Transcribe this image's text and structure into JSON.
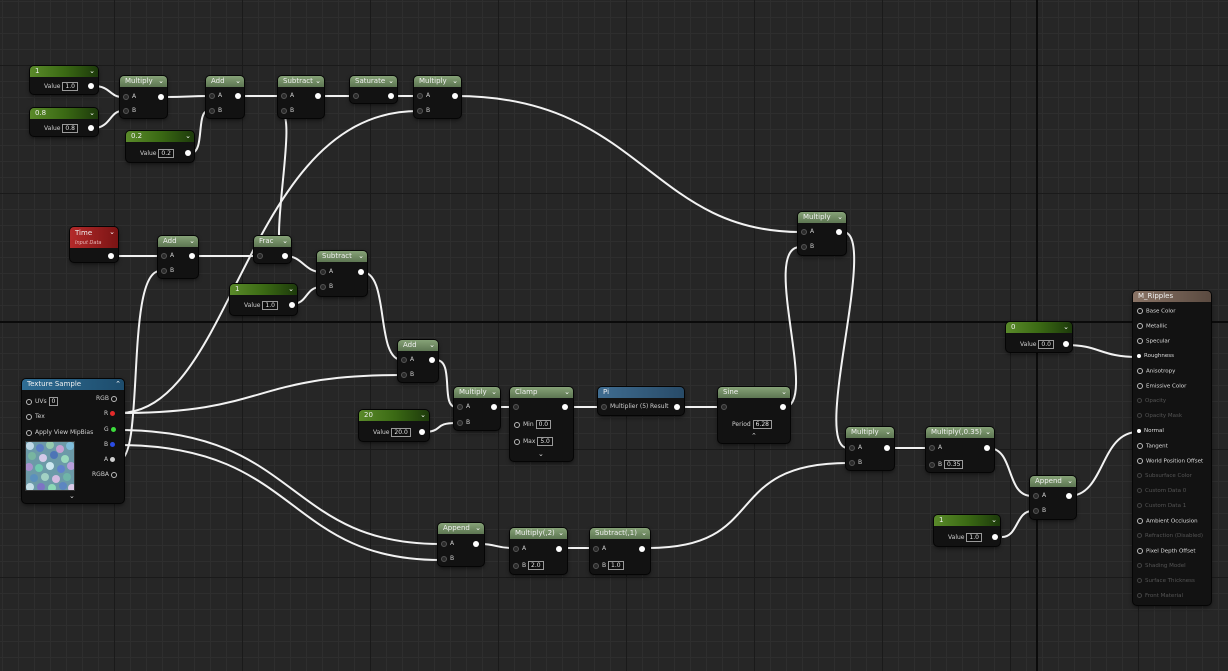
{
  "nodes": {
    "const1": {
      "title": "1",
      "label": "Value",
      "value": "1.0"
    },
    "const2": {
      "title": "0.8",
      "label": "Value",
      "value": "0.8"
    },
    "const3": {
      "title": "0.2",
      "label": "Value",
      "value": "0.2"
    },
    "multiply1": {
      "title": "Multiply",
      "a": "A",
      "b": "B"
    },
    "add1": {
      "title": "Add",
      "a": "A",
      "b": "B"
    },
    "subtract1": {
      "title": "Subtract",
      "a": "A",
      "b": "B"
    },
    "saturate": {
      "title": "Saturate"
    },
    "multiply2": {
      "title": "Multiply",
      "a": "A",
      "b": "B"
    },
    "time": {
      "title": "Time",
      "subtitle": "Input Data"
    },
    "add2": {
      "title": "Add",
      "a": "A",
      "b": "B"
    },
    "frac": {
      "title": "Frac"
    },
    "subtract2": {
      "title": "Subtract",
      "a": "A",
      "b": "B"
    },
    "const4": {
      "title": "1",
      "label": "Value",
      "value": "1.0"
    },
    "multiply3": {
      "title": "Multiply",
      "a": "A",
      "b": "B"
    },
    "texture": {
      "title": "Texture Sample",
      "uvs": "UVs",
      "uvs_value": "0",
      "tex": "Tex",
      "mip": "Apply View MipBias",
      "rgb": "RGB",
      "r": "R",
      "g": "G",
      "b": "B",
      "a": "A",
      "rgba": "RGBA"
    },
    "add3": {
      "title": "Add",
      "a": "A",
      "b": "B"
    },
    "multiply4": {
      "title": "Multiply",
      "a": "A",
      "b": "B"
    },
    "clamp": {
      "title": "Clamp",
      "min_label": "Min",
      "min": "0.0",
      "max_label": "Max",
      "max": "5.0"
    },
    "pi": {
      "title": "Pi",
      "mult": "Multiplier (5)",
      "result": "Result"
    },
    "sine": {
      "title": "Sine",
      "period_label": "Period",
      "period": "6.28"
    },
    "const20": {
      "title": "20",
      "label": "Value",
      "value": "20.0"
    },
    "multiply5": {
      "title": "Multiply",
      "a": "A",
      "b": "B"
    },
    "multiply036": {
      "title": "Multiply(,0.35)",
      "a": "A",
      "b_label": "B",
      "b": "0.35"
    },
    "append1": {
      "title": "Append",
      "a": "A",
      "b": "B"
    },
    "append2": {
      "title": "Append",
      "a": "A",
      "b": "B"
    },
    "multiply2x": {
      "title": "Multiply(,2)",
      "a": "A",
      "b_label": "B",
      "b": "2.0"
    },
    "subtract1x": {
      "title": "Subtract(,1)",
      "a": "A",
      "b_label": "B",
      "b": "1.0"
    },
    "const0": {
      "title": "0",
      "label": "Value",
      "value": "0.0"
    },
    "const1b": {
      "title": "1",
      "label": "Value",
      "value": "1.0"
    }
  },
  "material": {
    "title": "M_Ripples",
    "pins": [
      {
        "label": "Base Color",
        "enabled": true
      },
      {
        "label": "Metallic",
        "enabled": true
      },
      {
        "label": "Specular",
        "enabled": true
      },
      {
        "label": "Roughness",
        "enabled": true
      },
      {
        "label": "Anisotropy",
        "enabled": true
      },
      {
        "label": "Emissive Color",
        "enabled": true
      },
      {
        "label": "Opacity",
        "enabled": false
      },
      {
        "label": "Opacity Mask",
        "enabled": false
      },
      {
        "label": "Normal",
        "enabled": true
      },
      {
        "label": "Tangent",
        "enabled": true
      },
      {
        "label": "World Position Offset",
        "enabled": true
      },
      {
        "label": "Subsurface Color",
        "enabled": false
      },
      {
        "label": "Custom Data 0",
        "enabled": false
      },
      {
        "label": "Custom Data 1",
        "enabled": false
      },
      {
        "label": "Ambient Occlusion",
        "enabled": true
      },
      {
        "label": "Refraction (Disabled)",
        "enabled": false
      },
      {
        "label": "Pixel Depth Offset",
        "enabled": true
      },
      {
        "label": "Shading Model",
        "enabled": false
      },
      {
        "label": "Surface Thickness",
        "enabled": false
      },
      {
        "label": "Front Material",
        "enabled": false
      }
    ]
  }
}
